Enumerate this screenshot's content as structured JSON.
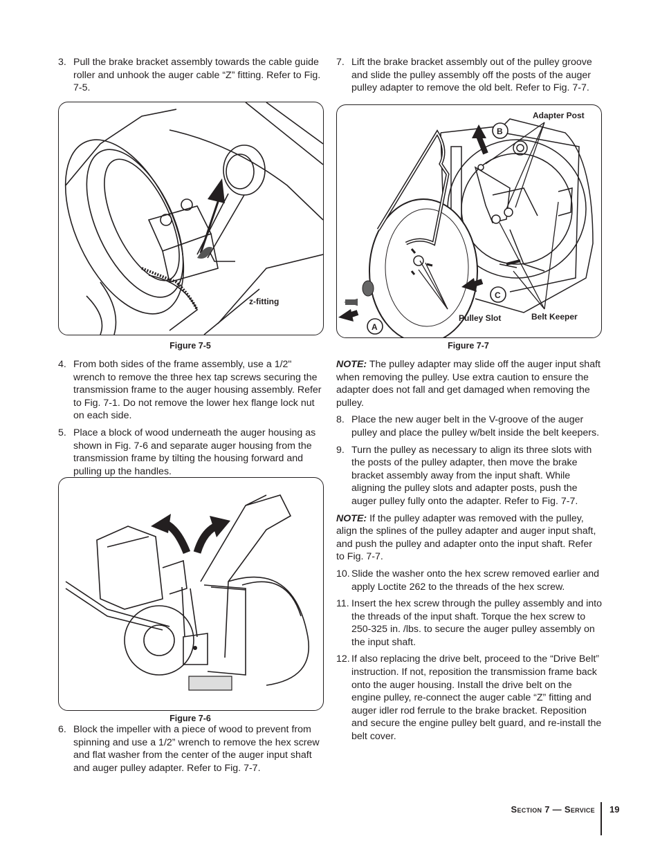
{
  "left_column": {
    "step3": {
      "num": "3.",
      "text": "Pull the brake bracket assembly towards the cable guide roller and unhook the auger cable “Z” fitting. Refer to Fig. 7-5."
    },
    "fig75": {
      "caption": "Figure 7-5",
      "label_zfitting": "z-fitting"
    },
    "step4": {
      "num": "4.",
      "text": "From both sides of the frame assembly, use a 1/2\" wrench to remove the three hex tap screws securing the transmission frame to the auger housing assembly. Refer to Fig. 7-1. Do not remove the lower hex flange lock nut on each side."
    },
    "step5": {
      "num": "5.",
      "text": "Place a block of wood underneath the auger housing as shown in Fig. 7-6 and separate auger housing from the transmission frame by tilting the housing forward and pulling up the handles."
    },
    "fig76": {
      "caption": "Figure 7-6"
    },
    "step6": {
      "num": "6.",
      "text": "Block the impeller with a piece of wood to prevent from spinning and use a 1/2” wrench to remove the hex screw and flat washer from the center of the auger input shaft and auger pulley adapter. Refer to Fig. 7-7."
    }
  },
  "right_column": {
    "step7": {
      "num": "7.",
      "text": "Lift the brake bracket assembly out of the pulley groove and slide the pulley assembly off the posts of the auger pulley adapter to remove the old belt. Refer to Fig. 7-7."
    },
    "fig77": {
      "caption": "Figure 7-7",
      "label_adapter_post": "Adapter Post",
      "label_pulley_slot": "Pulley Slot",
      "label_belt_keeper": "Belt Keeper",
      "label_a": "A",
      "label_b": "B",
      "label_c": "C"
    },
    "note1": {
      "label": "NOTE:",
      "text": " The pulley adapter may slide off the auger input shaft when removing the pulley. Use extra caution to ensure the adapter does not fall and get damaged when removing the pulley."
    },
    "step8": {
      "num": "8.",
      "text": "Place the new auger belt in the V-groove of the auger pulley and place the pulley w/belt inside the belt keepers."
    },
    "step9": {
      "num": "9.",
      "text": "Turn the pulley as necessary to align its three slots with the posts of the pulley adapter, then move the brake bracket assembly away from the input shaft. While aligning the pulley slots and adapter posts, push the auger pulley fully onto the adapter. Refer to Fig. 7-7."
    },
    "note2": {
      "label": "NOTE:",
      "text": "  If the pulley adapter was removed with the pulley, align the splines of the pulley adapter and auger input shaft, and push the pulley and adapter onto the input shaft. Refer to Fig. 7-7."
    },
    "step10": {
      "num": "10.",
      "text": "Slide the washer onto the hex screw removed earlier and apply Loctite 262 to the threads of the hex screw."
    },
    "step11": {
      "num": "11.",
      "text": "Insert the hex screw through the pulley assembly and into the threads of the input shaft. Torque the hex screw to 250-325 in. /lbs. to secure the auger pulley assembly on the input shaft."
    },
    "step12": {
      "num": "12.",
      "text": "If also replacing the drive belt, proceed to the “Drive Belt” instruction. If not, reposition the transmission frame back onto the auger housing. Install the drive belt on the engine pulley, re-connect the auger cable “Z” fitting and auger idler rod ferrule to the brake bracket. Reposition and secure the engine pulley belt guard, and re-install the belt cover."
    }
  },
  "footer": {
    "section": "Section 7 — Service",
    "page": "19"
  }
}
